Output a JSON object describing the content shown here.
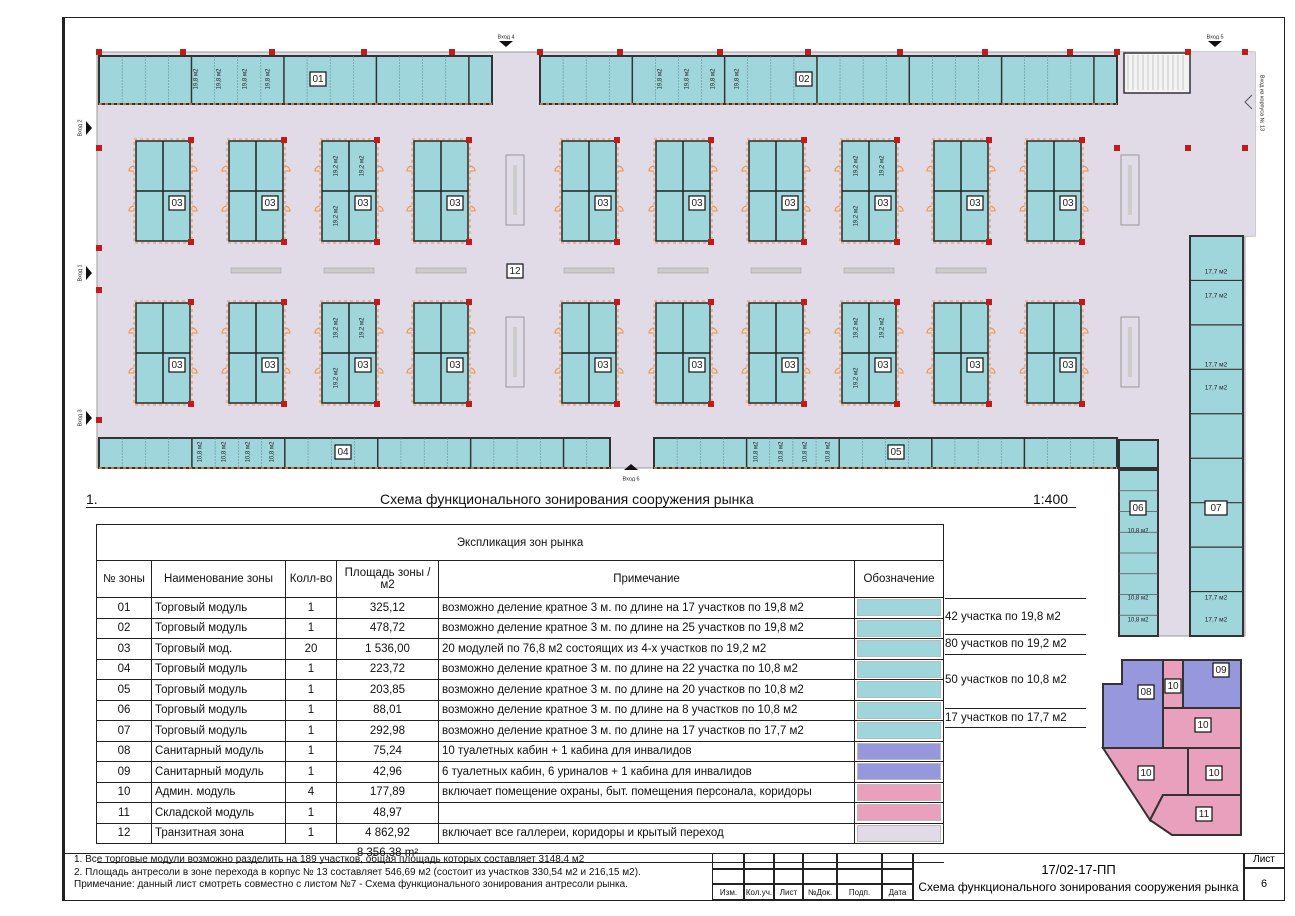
{
  "colors": {
    "trade": "#9fd6dc",
    "sanitary": "#9797dd",
    "admin": "#e9a0bc",
    "transit": "#e0dbe6",
    "column": "#c31a1a",
    "door": "#f0903c",
    "wall": "#333333"
  },
  "plan": {
    "module_01": "01",
    "module_02": "02",
    "module_03": "03",
    "module_04": "04",
    "module_05": "05",
    "module_06": "06",
    "module_07": "07",
    "module_08": "08",
    "module_09": "09",
    "module_10": "10",
    "module_11": "11",
    "module_12": "12",
    "area_19_8": "19,8 м2",
    "area_19_2": "19,2 м2",
    "area_10_8": "10,8 м2",
    "area_17_7": "17,7 м2",
    "entrances": {
      "e1": "Вход 1",
      "e2": "Вход 2",
      "e3": "Вход 3",
      "e4": "Вход 4",
      "e5": "Вход 5",
      "e6": "Вход 6",
      "e13": "Вход из корпуса № 13"
    }
  },
  "drawing_title": {
    "number": "1.",
    "title": "Схема функционального зонирования сооружения рынка",
    "scale": "1:400"
  },
  "explication": {
    "caption": "Экспликация зон рынка",
    "headers": [
      "№ зоны",
      "Наименование зоны",
      "Колл-во",
      "Площадь зоны / м2",
      "Примечание",
      "Обозначение"
    ],
    "rows": [
      {
        "no": "01",
        "name": "Торговый модуль",
        "qty": "1",
        "area": "325,12",
        "note": "возможно деление кратное 3 м. по длине на 17 участков по 19,8 м2",
        "color": "#9fd6dc"
      },
      {
        "no": "02",
        "name": "Торговый модуль",
        "qty": "1",
        "area": "478,72",
        "note": "возможно деление кратное 3 м. по длине на 25 участков по 19,8 м2",
        "color": "#9fd6dc"
      },
      {
        "no": "03",
        "name": "Торговый мод.",
        "qty": "20",
        "area": "1 536,00",
        "note": "20 модулей по 76,8 м2 состоящих из 4-х участков по 19,2 м2",
        "color": "#9fd6dc"
      },
      {
        "no": "04",
        "name": "Торговый модуль",
        "qty": "1",
        "area": "223,72",
        "note": "возможно деление кратное 3 м. по длине на 22 участка по 10,8 м2",
        "color": "#9fd6dc"
      },
      {
        "no": "05",
        "name": "Торговый модуль",
        "qty": "1",
        "area": "203,85",
        "note": "возможно деление кратное 3 м. по длине на 20 участков по 10,8 м2",
        "color": "#9fd6dc"
      },
      {
        "no": "06",
        "name": "Торговый модуль",
        "qty": "1",
        "area": "88,01",
        "note": "возможно деление кратное 3 м. по длине на 8 участков по 10,8 м2",
        "color": "#9fd6dc"
      },
      {
        "no": "07",
        "name": "Торговый модуль",
        "qty": "1",
        "area": "292,98",
        "note": "возможно деление кратное 3 м. по длине на 17 участков по 17,7 м2",
        "color": "#9fd6dc"
      },
      {
        "no": "08",
        "name": "Санитарный модуль",
        "qty": "1",
        "area": "75,24",
        "note": "10 туалетных кабин + 1 кабина для инвалидов",
        "color": "#9797dd"
      },
      {
        "no": "09",
        "name": "Санитарный модуль",
        "qty": "1",
        "area": "42,96",
        "note": "6 туалетных кабин, 6 уриналов + 1 кабина для инвалидов",
        "color": "#9797dd"
      },
      {
        "no": "10",
        "name": "Админ. модуль",
        "qty": "4",
        "area": "177,89",
        "note": "включает помещение охраны, быт. помещения персонала, коридоры",
        "color": "#e9a0bc"
      },
      {
        "no": "11",
        "name": "Складской модуль",
        "qty": "1",
        "area": "48,97",
        "note": "",
        "color": "#e9a0bc"
      },
      {
        "no": "12",
        "name": "Транзитная зона",
        "qty": "1",
        "area": "4 862,92",
        "note": "включает все галлереи, коридоры и крытый переход",
        "color": "#e0dbe6"
      }
    ],
    "total": "8 356,38 m²",
    "groups": [
      "42 участка   по 19,8 м2",
      "80 участков по 19,2 м2",
      "50 участков по 10,8 м2",
      "17 участков по 17,7 м2"
    ]
  },
  "notes": [
    "1. Все торговые модули возможно разделить на 189 участков, общая площадь которых составляет 3148,4 м2",
    "2. Площадь антресоли в зоне перехода в корпус № 13 составляет 546,69 м2 (состоит из участков 330,54 м2 и 216,15 м2).",
    "Примечание: данный лист смотреть совместно с листом №7 - Схема функционального зонирования антресоли рынка."
  ],
  "title_block": {
    "columns": [
      "Изм.",
      "Кол.уч.",
      "Лист",
      "№Док.",
      "Подп.",
      "Дата"
    ],
    "code": "17/02-17-ПП",
    "title": "Схема функционального зонирования сооружения рынка",
    "sheet_label": "Лист",
    "sheet_number": "6"
  }
}
